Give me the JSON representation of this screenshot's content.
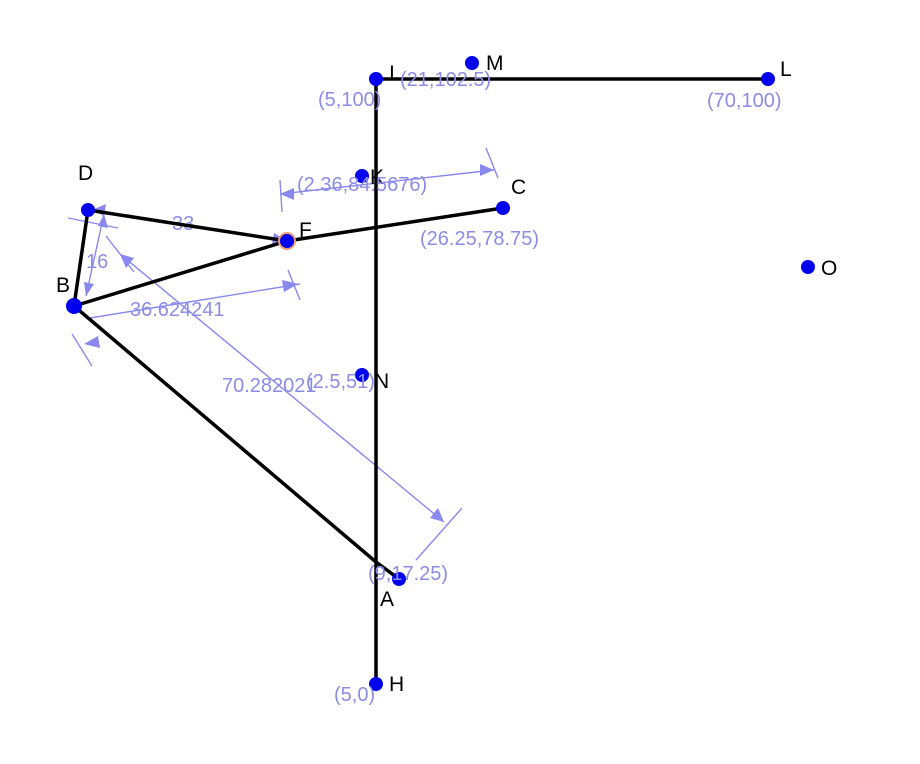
{
  "points": [
    {
      "id": "A",
      "label": "A"
    },
    {
      "id": "B",
      "label": "B"
    },
    {
      "id": "C",
      "label": "C"
    },
    {
      "id": "D",
      "label": "D"
    },
    {
      "id": "F",
      "label": "F"
    },
    {
      "id": "H",
      "label": "H"
    },
    {
      "id": "I",
      "label": "I"
    },
    {
      "id": "K",
      "label": "K"
    },
    {
      "id": "L",
      "label": "L"
    },
    {
      "id": "M",
      "label": "M"
    },
    {
      "id": "N",
      "label": "N"
    },
    {
      "id": "O",
      "label": "O"
    }
  ],
  "coordinates": {
    "A": "(9,17.25)",
    "C": "(26.25,78.75)",
    "H": "(5,0)",
    "I": "(5,100)",
    "K": "(2.36,84.5676)",
    "L": "(70,100)",
    "M": "(21,102.5)",
    "N": "(2.5,51)"
  },
  "dimensions": {
    "DF": "33",
    "BD": "16",
    "BF": "36.624241",
    "DA": "70.282021"
  },
  "colors": {
    "points": "#0000ee",
    "dimensions": "#8c8ce6",
    "lines": "#000000",
    "selection": "#f0a070"
  }
}
